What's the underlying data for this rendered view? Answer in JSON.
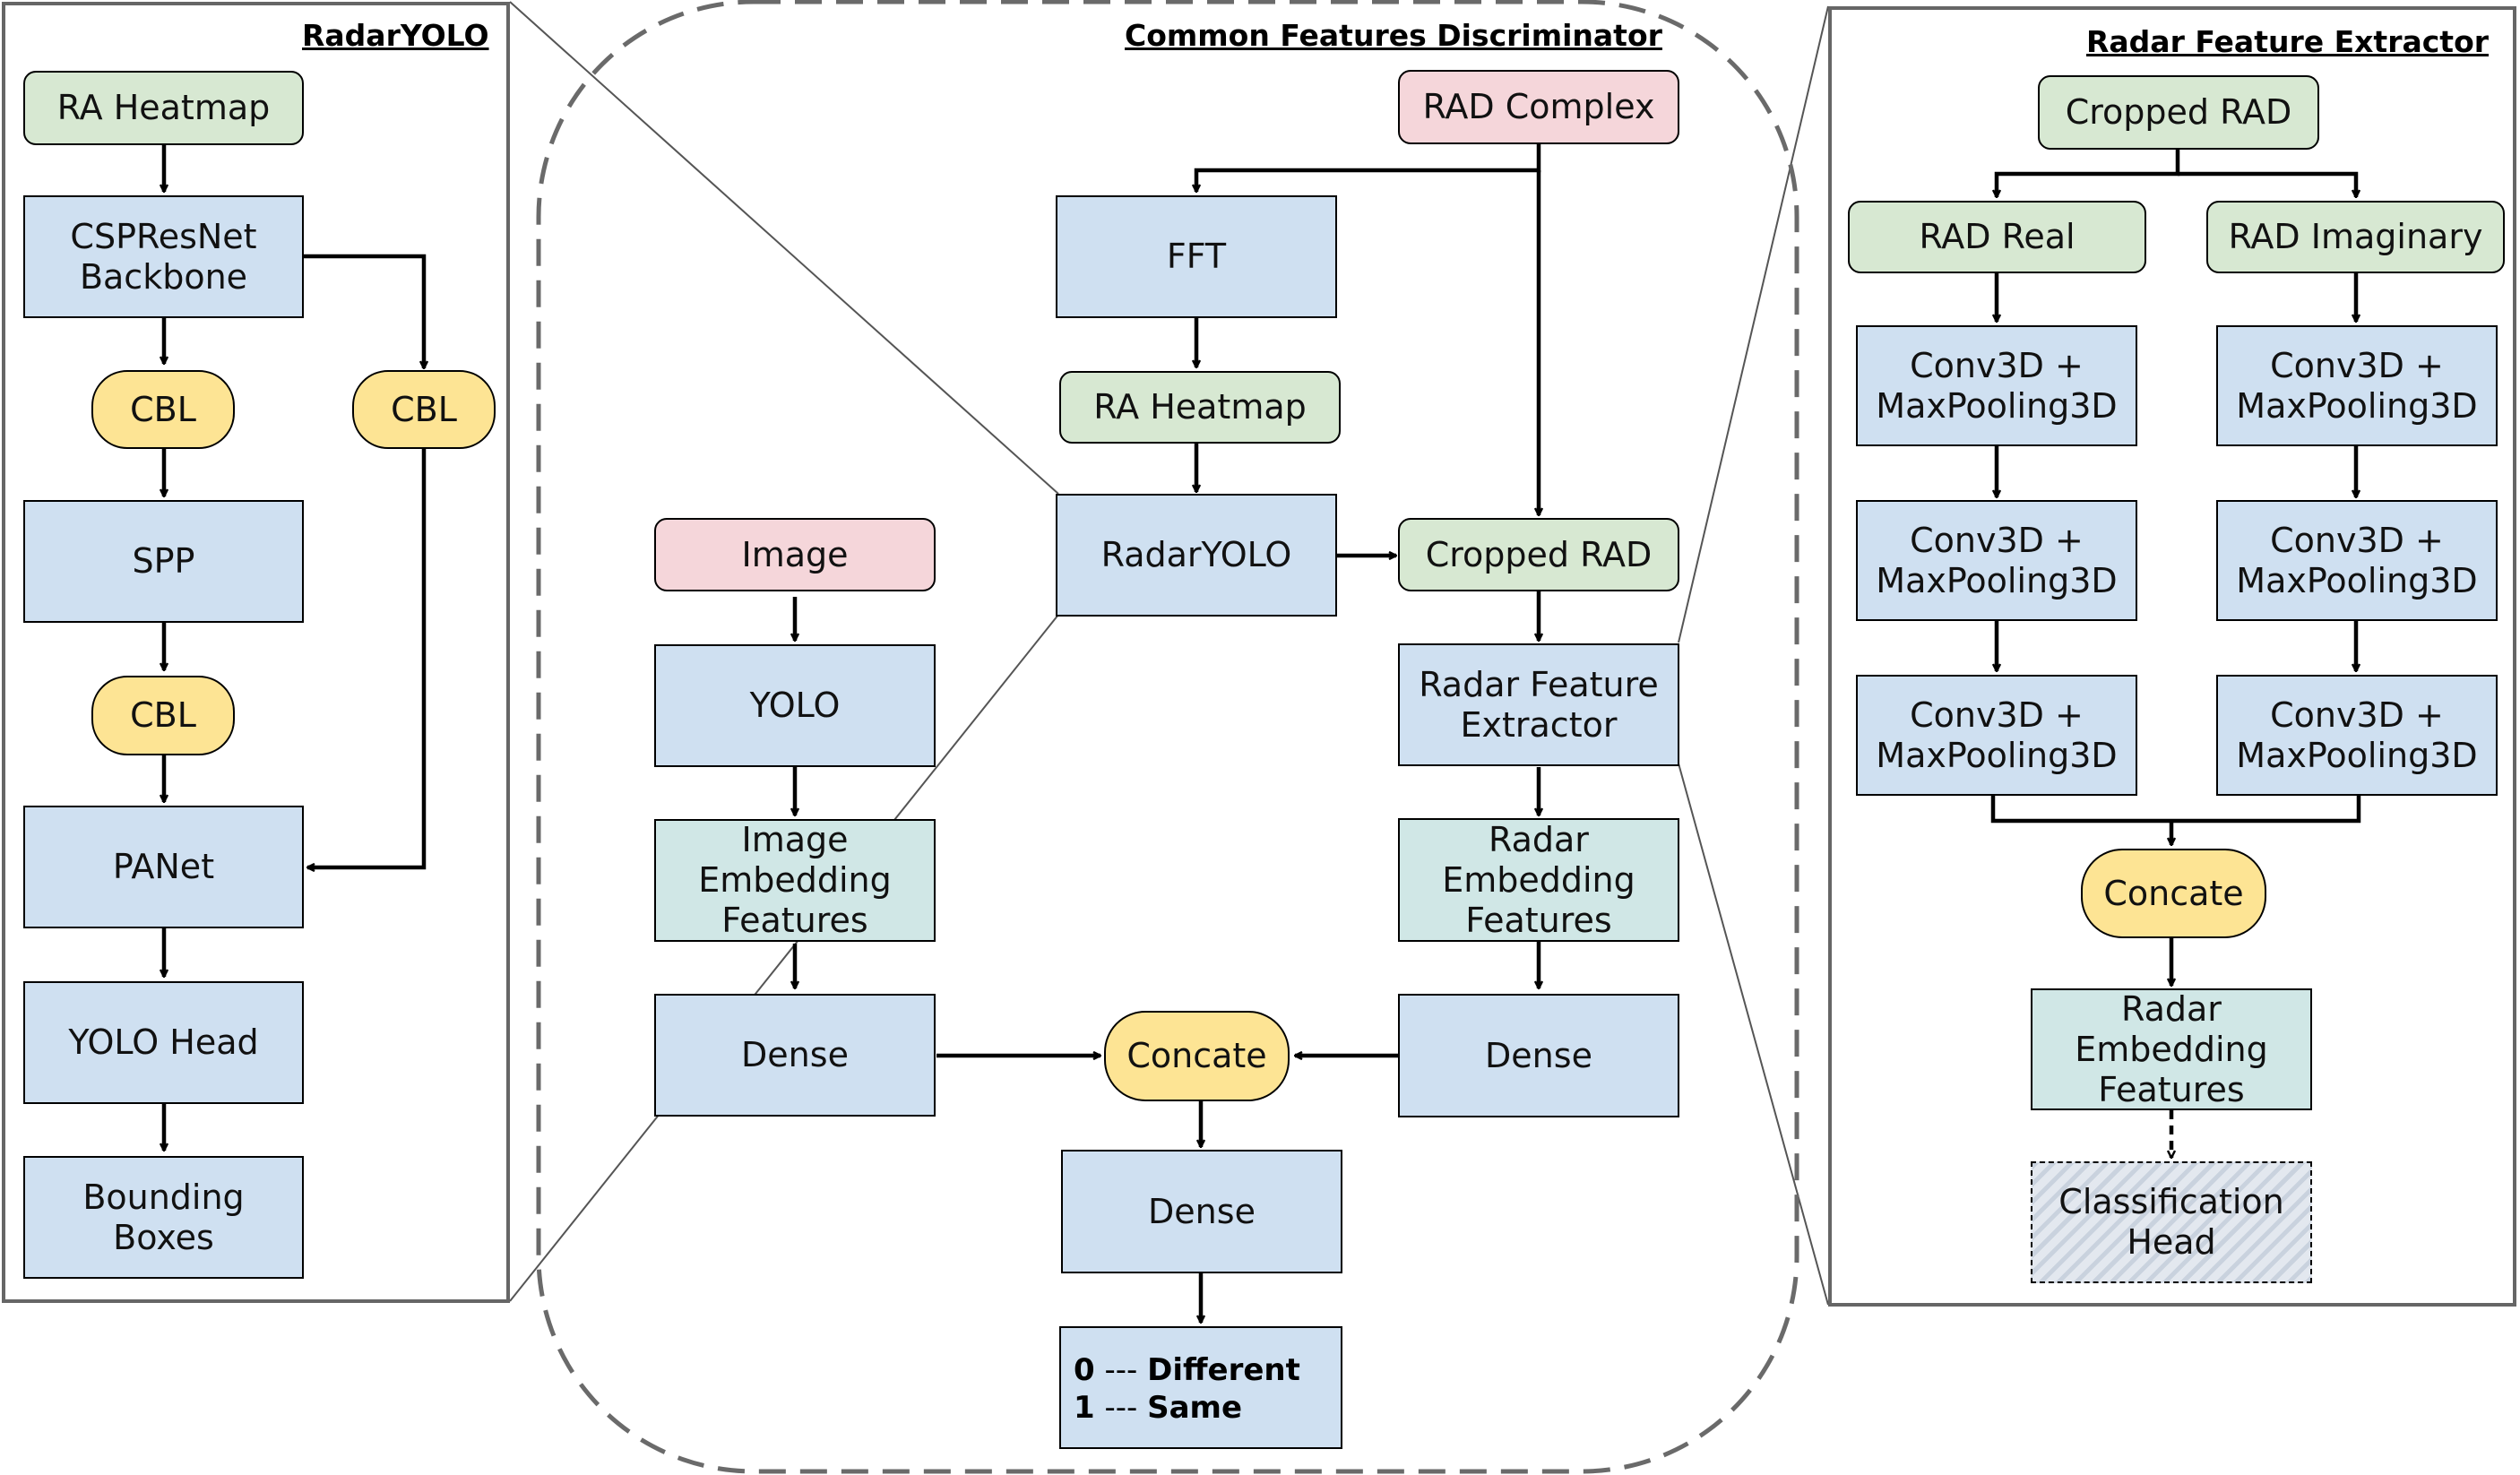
{
  "panels": {
    "radaryolo_title": "RadarYOLO",
    "discriminator_title": "Common Features Discriminator",
    "extractor_title": "Radar Feature Extractor"
  },
  "radaryolo": {
    "ra_heatmap": "RA Heatmap",
    "backbone": "CSPResNet\nBackbone",
    "cbl_1": "CBL",
    "cbl_2": "CBL",
    "spp": "SPP",
    "cbl_3": "CBL",
    "panet": "PANet",
    "yolo_head": "YOLO Head",
    "bounding_boxes": "Bounding\nBoxes"
  },
  "discriminator": {
    "rad_complex": "RAD Complex",
    "fft": "FFT",
    "ra_heatmap": "RA Heatmap",
    "radaryolo": "RadarYOLO",
    "cropped_rad": "Cropped RAD",
    "image": "Image",
    "yolo": "YOLO",
    "image_embedding": "Image\nEmbedding\nFeatures",
    "radar_feature_extractor": "Radar Feature\nExtractor",
    "radar_embedding": "Radar\nEmbedding\nFeatures",
    "dense_left": "Dense",
    "dense_right": "Dense",
    "concate": "Concate",
    "dense_bottom": "Dense",
    "output": {
      "zero_key": "0",
      "separator_1": " --- ",
      "zero_label": "Different",
      "one_key": "1",
      "separator_2": " --- ",
      "one_label": "Same"
    }
  },
  "extractor": {
    "cropped_rad": "Cropped RAD",
    "rad_real": "RAD Real",
    "rad_imaginary": "RAD Imaginary",
    "conv_left_1": "Conv3D +\nMaxPooling3D",
    "conv_left_2": "Conv3D +\nMaxPooling3D",
    "conv_left_3": "Conv3D +\nMaxPooling3D",
    "conv_right_1": "Conv3D +\nMaxPooling3D",
    "conv_right_2": "Conv3D +\nMaxPooling3D",
    "conv_right_3": "Conv3D +\nMaxPooling3D",
    "concate": "Concate",
    "radar_embedding": "Radar\nEmbedding\nFeatures",
    "classification_head": "Classification\nHead"
  },
  "colors": {
    "process": "#cfe0f1",
    "data": "#d7e8d2",
    "input": "#f5d6da",
    "embedding": "#d0e7e6",
    "operation": "#fde494",
    "frame": "#666666"
  }
}
